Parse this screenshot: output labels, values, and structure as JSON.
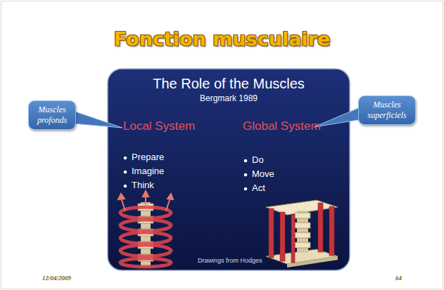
{
  "diagram": {
    "title": "Fonction musculaire",
    "nodes": [
      {
        "text": [
          "The Role of the Muscles",
          "Bergmark 1989"
        ]
      },
      {
        "text": [
          "Muscles profonds"
        ]
      },
      {
        "text": [
          "Muscles superficiels"
        ]
      }
    ],
    "labels": [
      "Local System",
      "Global System",
      "Prepare",
      "Imagine",
      "Think",
      "Do",
      "Move",
      "Act",
      "Drawings from Hodges",
      "12/04/2009",
      "64"
    ]
  }
}
